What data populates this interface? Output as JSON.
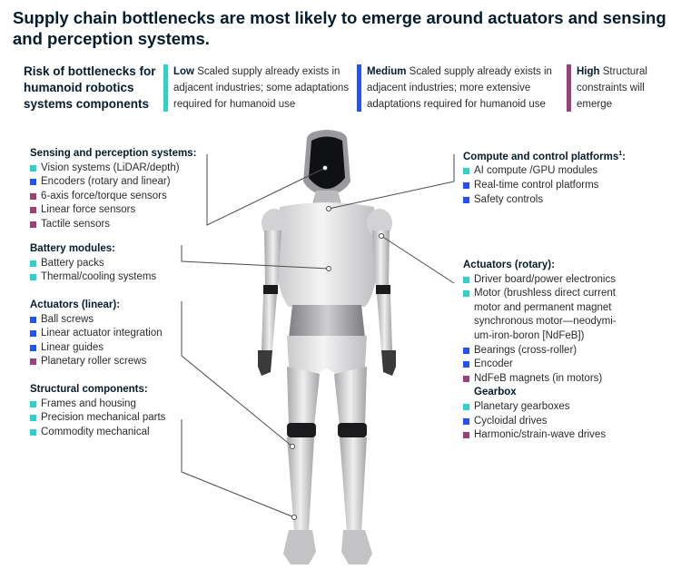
{
  "title": "Supply chain bottlenecks are most likely to emerge around actuators and sensing and perception systems.",
  "risk_label": "Risk of bottlenecks for humanoid robotics systems components",
  "colors": {
    "low": "#2ad2c9",
    "medium": "#2251ff",
    "high": "#9c3f7a"
  },
  "legend": [
    {
      "level": "low",
      "name": "Low",
      "text": "Scaled supply already exists in adjacent industries; some adaptations required for humanoid use"
    },
    {
      "level": "medium",
      "name": "Medium",
      "text": "Scaled supply already exists in adjacent industries; more extensive adaptations required for humanoid use"
    },
    {
      "level": "high",
      "name": "High",
      "text": "Structural constraints will emerge"
    }
  ],
  "groups": {
    "sensing": {
      "title": "Sensing and perception systems:",
      "items": [
        {
          "label": "Vision systems (LiDAR/depth)",
          "level": "low"
        },
        {
          "label": "Encoders (rotary and linear)",
          "level": "medium"
        },
        {
          "label": "6-axis force/torque sensors",
          "level": "high"
        },
        {
          "label": "Linear force sensors",
          "level": "high"
        },
        {
          "label": "Tactile sensors",
          "level": "high"
        }
      ]
    },
    "battery": {
      "title": "Battery modules:",
      "items": [
        {
          "label": "Battery packs",
          "level": "low"
        },
        {
          "label": "Thermal/cooling systems",
          "level": "low"
        }
      ]
    },
    "linear": {
      "title": "Actuators (linear):",
      "items": [
        {
          "label": "Ball screws",
          "level": "medium"
        },
        {
          "label": "Linear actuator integration",
          "level": "medium"
        },
        {
          "label": "Linear guides",
          "level": "medium"
        },
        {
          "label": "Planetary roller screws",
          "level": "high"
        }
      ]
    },
    "structural": {
      "title": "Structural components:",
      "items": [
        {
          "label": "Frames and housing",
          "level": "low"
        },
        {
          "label": "Precision mechanical parts",
          "level": "low"
        },
        {
          "label": "Commodity mechanical",
          "level": "low"
        }
      ]
    },
    "compute": {
      "title": "Compute and control platforms",
      "footnote": "1",
      "items": [
        {
          "label": "AI compute /GPU modules",
          "level": "low"
        },
        {
          "label": "Real-time control platforms",
          "level": "medium"
        },
        {
          "label": "Safety controls",
          "level": "medium"
        }
      ]
    },
    "rotary": {
      "title": "Actuators (rotary):",
      "items": [
        {
          "label": "Driver board/power electronics",
          "level": "low"
        },
        {
          "label": "Motor (brushless direct current motor and permanent magnet synchronous motor—neodymi-um-iron-boron [NdFeB])",
          "level": "low",
          "lines": [
            "Motor (brushless direct current",
            "motor and permanent magnet",
            "synchronous motor—neodymi-",
            "um-iron-boron [NdFeB])"
          ]
        },
        {
          "label": "Bearings (cross-roller)",
          "level": "medium"
        },
        {
          "label": "Encoder",
          "level": "medium"
        },
        {
          "label": "NdFeB magnets (in motors)",
          "level": "high"
        }
      ],
      "subtitle": "Gearbox",
      "sub_items": [
        {
          "label": "Planetary gearboxes",
          "level": "low"
        },
        {
          "label": "Cycloidal drives",
          "level": "medium"
        },
        {
          "label": "Harmonic/strain-wave drives",
          "level": "high"
        }
      ]
    }
  }
}
